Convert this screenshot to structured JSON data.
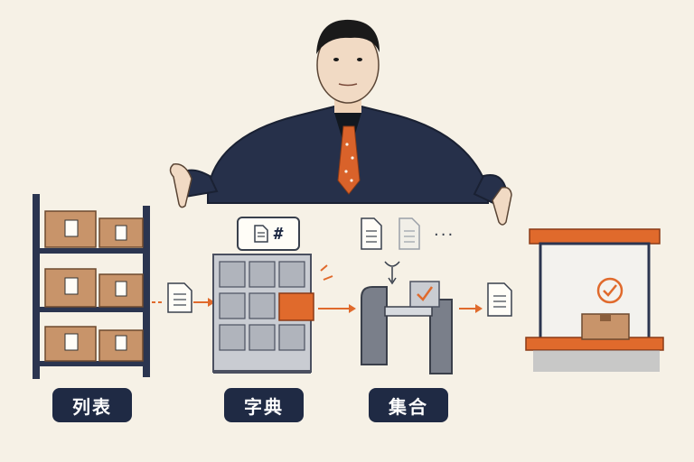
{
  "labels": {
    "list": "列表",
    "dict": "字典",
    "set": "集合"
  },
  "key_tag": {
    "symbol": "#"
  },
  "more_indicator": "···",
  "colors": {
    "accent": "#e06a2c",
    "navy": "#1f2a44",
    "cardboard": "#c8946a",
    "background": "#f6f1e6"
  }
}
